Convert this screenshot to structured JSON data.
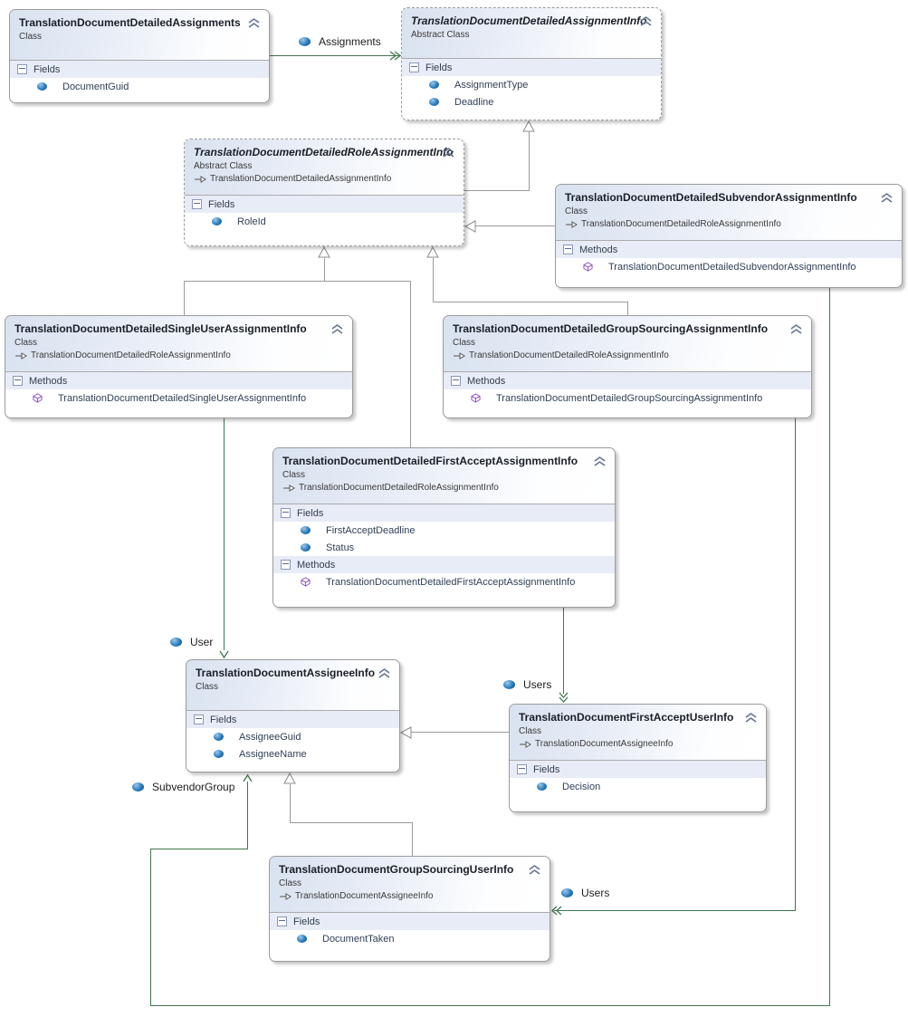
{
  "colors": {
    "association_line": "#41764f",
    "inheritance_line": "#9a9a9a",
    "header_gradient_start": "#d9e2f0",
    "section_band": "#e8ecf7",
    "field_icon_blue": "#1d6ab0",
    "method_icon_purple": "#8a49b8"
  },
  "classes": [
    {
      "title": "TranslationDocumentDetailedAssignments",
      "kind": "Class",
      "fields_label": "Fields",
      "fields": [
        "DocumentGuid"
      ]
    },
    {
      "title": "TranslationDocumentDetailedAssignmentInfo",
      "kind": "Abstract Class",
      "fields_label": "Fields",
      "fields": [
        "AssignmentType",
        "Deadline"
      ]
    },
    {
      "title": "TranslationDocumentDetailedRoleAssignmentInfo",
      "kind": "Abstract Class",
      "base": "TranslationDocumentDetailedAssignmentInfo",
      "fields_label": "Fields",
      "fields": [
        "RoleId"
      ]
    },
    {
      "title": "TranslationDocumentDetailedSubvendorAssignmentInfo",
      "kind": "Class",
      "base": "TranslationDocumentDetailedRoleAssignmentInfo",
      "methods_label": "Methods",
      "methods": [
        "TranslationDocumentDetailedSubvendorAssignmentInfo"
      ]
    },
    {
      "title": "TranslationDocumentDetailedSingleUserAssignmentInfo",
      "kind": "Class",
      "base": "TranslationDocumentDetailedRoleAssignmentInfo",
      "methods_label": "Methods",
      "methods": [
        "TranslationDocumentDetailedSingleUserAssignmentInfo"
      ]
    },
    {
      "title": "TranslationDocumentDetailedGroupSourcingAssignmentInfo",
      "kind": "Class",
      "base": "TranslationDocumentDetailedRoleAssignmentInfo",
      "methods_label": "Methods",
      "methods": [
        "TranslationDocumentDetailedGroupSourcingAssignmentInfo"
      ]
    },
    {
      "title": "TranslationDocumentDetailedFirstAcceptAssignmentInfo",
      "kind": "Class",
      "base": "TranslationDocumentDetailedRoleAssignmentInfo",
      "fields_label": "Fields",
      "fields": [
        "FirstAcceptDeadline",
        "Status"
      ],
      "methods_label": "Methods",
      "methods": [
        "TranslationDocumentDetailedFirstAcceptAssignmentInfo"
      ]
    },
    {
      "title": "TranslationDocumentAssigneeInfo",
      "kind": "Class",
      "fields_label": "Fields",
      "fields": [
        "AssigneeGuid",
        "AssigneeName"
      ]
    },
    {
      "title": "TranslationDocumentFirstAcceptUserInfo",
      "kind": "Class",
      "base": "TranslationDocumentAssigneeInfo",
      "fields_label": "Fields",
      "fields": [
        "Decision"
      ]
    },
    {
      "title": "TranslationDocumentGroupSourcingUserInfo",
      "kind": "Class",
      "base": "TranslationDocumentAssigneeInfo",
      "fields_label": "Fields",
      "fields": [
        "DocumentTaken"
      ]
    }
  ],
  "relationships": [
    {
      "type": "association",
      "label": "Assignments",
      "from": "TranslationDocumentDetailedAssignments",
      "to": "TranslationDocumentDetailedAssignmentInfo"
    },
    {
      "type": "inheritance",
      "from": "TranslationDocumentDetailedRoleAssignmentInfo",
      "to": "TranslationDocumentDetailedAssignmentInfo"
    },
    {
      "type": "inheritance",
      "from": "TranslationDocumentDetailedSubvendorAssignmentInfo",
      "to": "TranslationDocumentDetailedRoleAssignmentInfo"
    },
    {
      "type": "inheritance",
      "from": "TranslationDocumentDetailedSingleUserAssignmentInfo",
      "to": "TranslationDocumentDetailedRoleAssignmentInfo"
    },
    {
      "type": "inheritance",
      "from": "TranslationDocumentDetailedGroupSourcingAssignmentInfo",
      "to": "TranslationDocumentDetailedRoleAssignmentInfo"
    },
    {
      "type": "inheritance",
      "from": "TranslationDocumentDetailedFirstAcceptAssignmentInfo",
      "to": "TranslationDocumentDetailedRoleAssignmentInfo"
    },
    {
      "type": "association",
      "label": "User",
      "from": "TranslationDocumentDetailedSingleUserAssignmentInfo",
      "to": "TranslationDocumentAssigneeInfo"
    },
    {
      "type": "association",
      "label": "Users",
      "from": "TranslationDocumentDetailedFirstAcceptAssignmentInfo",
      "to": "TranslationDocumentFirstAcceptUserInfo"
    },
    {
      "type": "inheritance",
      "from": "TranslationDocumentFirstAcceptUserInfo",
      "to": "TranslationDocumentAssigneeInfo"
    },
    {
      "type": "inheritance",
      "from": "TranslationDocumentGroupSourcingUserInfo",
      "to": "TranslationDocumentAssigneeInfo"
    },
    {
      "type": "association",
      "label": "SubvendorGroup",
      "from": "TranslationDocumentDetailedSubvendorAssignmentInfo",
      "to": "TranslationDocumentAssigneeInfo"
    },
    {
      "type": "association",
      "label": "Users",
      "from": "TranslationDocumentDetailedGroupSourcingAssignmentInfo",
      "to": "TranslationDocumentGroupSourcingUserInfo"
    }
  ]
}
